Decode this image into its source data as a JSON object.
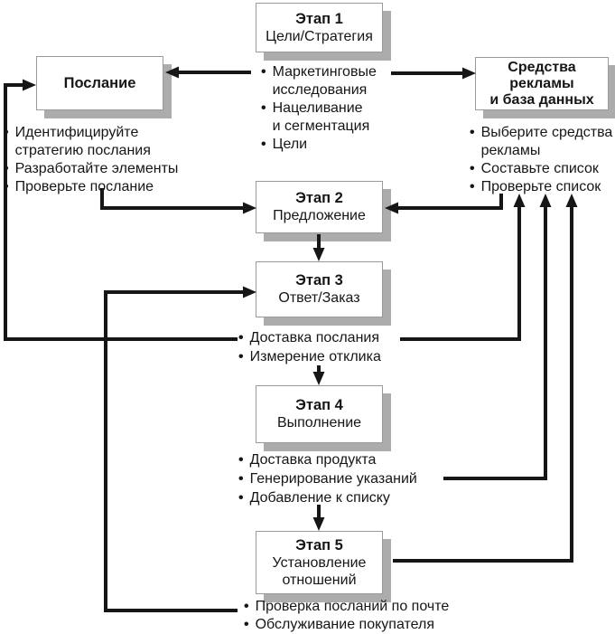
{
  "boxes": {
    "stage1": {
      "title": "Этап 1",
      "subtitle": "Цели/Стратегия"
    },
    "message": {
      "title": "Послание"
    },
    "media": {
      "title": "Средства\nрекламы\nи база данных"
    },
    "stage2": {
      "title": "Этап 2",
      "subtitle": "Предложение"
    },
    "stage3": {
      "title": "Этап 3",
      "subtitle": "Ответ/Заказ"
    },
    "stage4": {
      "title": "Этап 4",
      "subtitle": "Выполнение"
    },
    "stage5": {
      "title": "Этап 5",
      "subtitle": "Установление\nотношений"
    }
  },
  "lists": {
    "center": [
      "Маркетинговые\nисследования",
      "Нацеливание\nи сегментация",
      "Цели"
    ],
    "left": [
      "Идентифицируйте\nстратегию послания",
      "Разработайте элементы",
      "Проверьте послание"
    ],
    "right": [
      "Выберите средства\nрекламы",
      "Составьте список",
      "Проверьте список"
    ],
    "stage3_tasks": [
      "Доставка послания",
      "Измерение отклика"
    ],
    "stage4_tasks": [
      "Доставка продукта",
      "Генерирование указаний",
      "Добавление к списку"
    ],
    "stage5_tasks": [
      "Проверка посланий по почте",
      "Обслуживание покупателя"
    ]
  },
  "colors": {
    "line": "#161616",
    "text": "#161616",
    "box_border": "#9a9a9a",
    "box_shadow": "#acacac",
    "background": "#ffffff"
  }
}
